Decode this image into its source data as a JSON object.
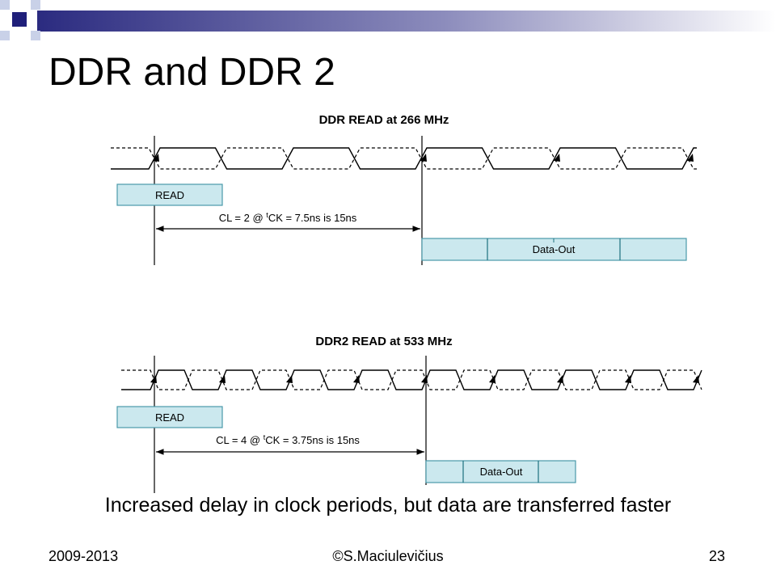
{
  "slide": {
    "title": "DDR and DDR 2",
    "caption": "Increased delay in clock periods, but data are transferred faster"
  },
  "diagram": {
    "ddr": {
      "heading": "DDR READ at 266 MHz",
      "command_label": "READ",
      "latency_prefix": "CL = 2 @ ",
      "latency_sup": "t",
      "latency_suffix": "CK = 7.5ns is 15ns",
      "data_label": "Data-Out"
    },
    "ddr2": {
      "heading": "DDR2 READ at 533 MHz",
      "command_label": "READ",
      "latency_prefix": "CL = 4 @ ",
      "latency_sup": "t",
      "latency_suffix": "CK = 3.75ns is 15ns",
      "data_label": "Data-Out"
    }
  },
  "footer": {
    "date": "2009-2013",
    "author": "©S.Maciulevičius",
    "page": "23"
  },
  "colors": {
    "navy": "#1f1f7a",
    "light_blue": "#c9d1e8",
    "pulse_fill": "#cbe8ee",
    "pulse_stroke": "#4a9aaa"
  }
}
